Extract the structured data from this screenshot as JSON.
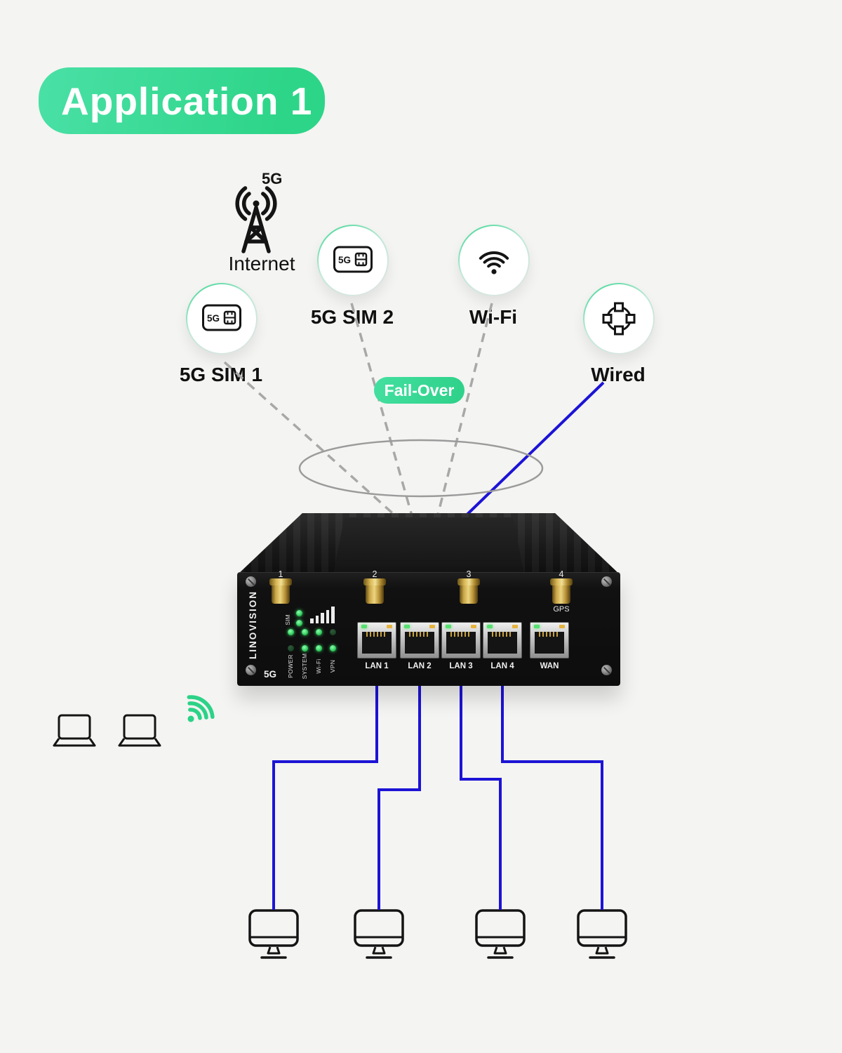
{
  "colors": {
    "background": "#f4f4f2",
    "accent_green": "#2ed189",
    "wire_blue": "#1c13d6",
    "dashed_gray": "#a8a8a8"
  },
  "badge": {
    "label": "Application 1"
  },
  "internet": {
    "label": "Internet",
    "tower_text": "5G",
    "icon": "cell-tower-icon"
  },
  "sources": {
    "sim1": {
      "label": "5G SIM 1",
      "sim_text": "5G",
      "icon": "sim-card-icon"
    },
    "sim2": {
      "label": "5G SIM 2",
      "sim_text": "5G",
      "icon": "sim-card-icon"
    },
    "wifi": {
      "label": "Wi-Fi",
      "icon": "wifi-arcs-icon"
    },
    "wired": {
      "label": "Wired",
      "icon": "ring-network-icon"
    }
  },
  "failover": {
    "label": "Fail-Over"
  },
  "router": {
    "brand": "LINOVISION",
    "model": "5G",
    "antenna_numbers": [
      "1",
      "2",
      "3",
      "4"
    ],
    "gps_label": "GPS",
    "sim_label": "SIM",
    "signal_icon": "signal-bars-icon",
    "status_labels": [
      "POWER",
      "SYSTEM",
      "Wi-Fi",
      "VPN"
    ],
    "port_labels": [
      "LAN 1",
      "LAN 2",
      "LAN 3",
      "LAN 4",
      "WAN"
    ]
  },
  "clients": {
    "wireless_icon": "wifi-signal-icon",
    "laptop_icon": "laptop-icon",
    "monitor_icon": "monitor-icon",
    "laptop_count": 2,
    "monitor_count": 4
  }
}
